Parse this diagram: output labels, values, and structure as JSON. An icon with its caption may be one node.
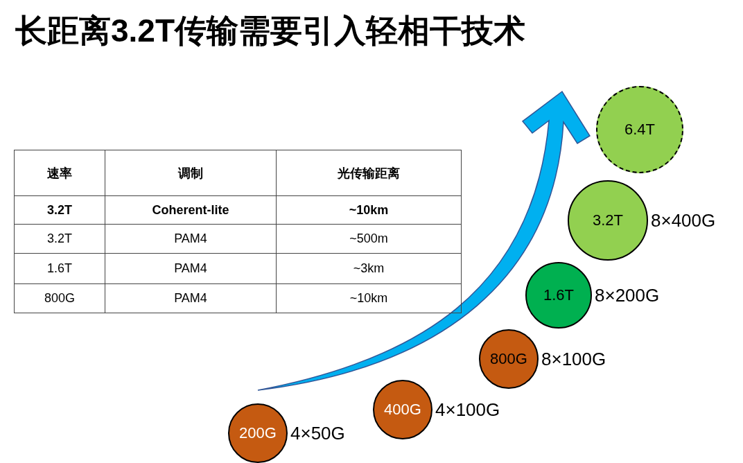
{
  "diagram": {
    "title": "长距离3.2T传输需要引入轻相干技术",
    "nodes": [
      {
        "text": [
          "200G"
        ],
        "beside": [
          "4×50G"
        ]
      },
      {
        "text": [
          "400G"
        ],
        "beside": [
          "4×100G"
        ]
      },
      {
        "text": [
          "800G"
        ],
        "beside": [
          "8×100G"
        ]
      },
      {
        "text": [
          "1.6T"
        ],
        "beside": [
          "8×200G"
        ]
      },
      {
        "text": [
          "3.2T"
        ],
        "beside": [
          "8×400G"
        ]
      },
      {
        "text": [
          "6.4T"
        ]
      }
    ],
    "edges": [],
    "labels": [
      "速率",
      "调制",
      "光传输距离",
      "3.2T",
      "Coherent-lite",
      "~10km",
      "3.2T",
      "PAM4",
      "~500m",
      "1.6T",
      "PAM4",
      "~3km",
      "800G",
      "PAM4",
      "~10km"
    ]
  }
}
